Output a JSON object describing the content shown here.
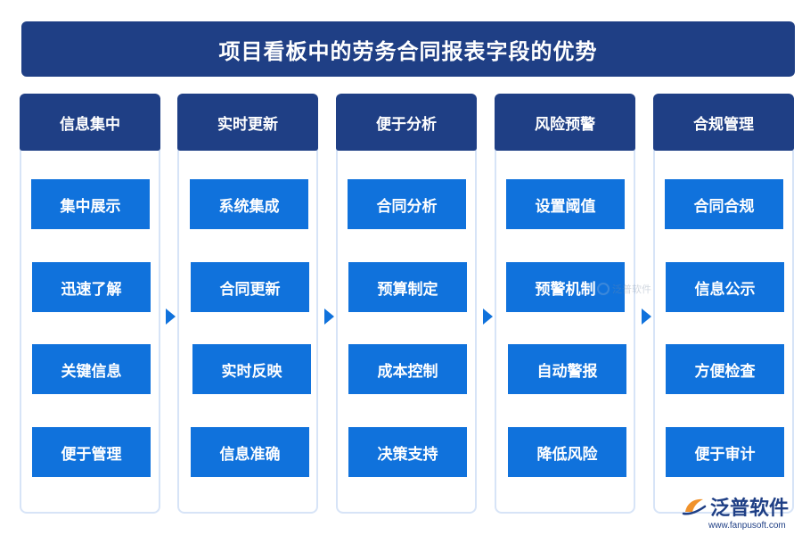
{
  "title": "项目看板中的劳务合同报表字段的优势",
  "columns": [
    {
      "header": "信息集中",
      "items": [
        "集中展示",
        "迅速了解",
        "关键信息",
        "便于管理"
      ]
    },
    {
      "header": "实时更新",
      "items": [
        "系统集成",
        "合同更新",
        "实时反映",
        "信息准确"
      ]
    },
    {
      "header": "便于分析",
      "items": [
        "合同分析",
        "预算制定",
        "成本控制",
        "决策支持"
      ]
    },
    {
      "header": "风险预警",
      "items": [
        "设置阈值",
        "预警机制",
        "自动警报",
        "降低风险"
      ]
    },
    {
      "header": "合规管理",
      "items": [
        "合同合规",
        "信息公示",
        "方便检查",
        "便于审计"
      ]
    }
  ],
  "watermark": "泛普软件",
  "brand": {
    "name": "泛普软件",
    "url": "www.fanpusoft.com"
  },
  "colors": {
    "header_bg": "#1f3f85",
    "item_bg": "#1072dc",
    "column_border": "#d7e4f7",
    "text": "#ffffff"
  },
  "icons": {
    "arrow": "chevron-right-icon",
    "logo": "fanpu-logo-icon"
  }
}
